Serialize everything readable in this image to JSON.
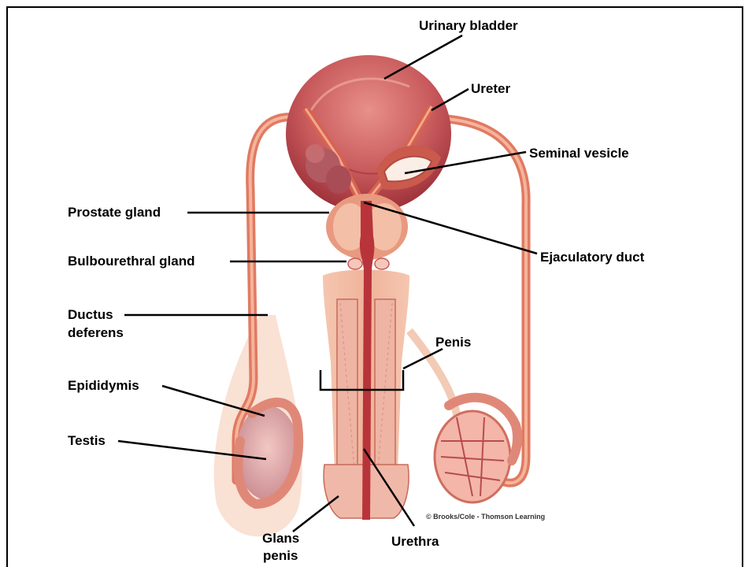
{
  "labels": {
    "urinary_bladder": "Urinary bladder",
    "ureter": "Ureter",
    "seminal_vesicle": "Seminal vesicle",
    "prostate_gland": "Prostate gland",
    "ejaculatory_duct": "Ejaculatory duct",
    "bulbourethral_gland": "Bulbourethral gland",
    "ductus_deferens_line1": "Ductus",
    "ductus_deferens_line2": "deferens",
    "penis": "Penis",
    "epididymis": "Epididymis",
    "testis": "Testis",
    "glans_penis_line1": "Glans",
    "glans_penis_line2": "penis",
    "urethra": "Urethra"
  },
  "credit": "© Brooks/Cole - Thomson Learning",
  "colors": {
    "tissue_dark": "#a8323a",
    "tissue_mid": "#c9585a",
    "tissue_light": "#e79a86",
    "tissue_pale": "#f3c8b4",
    "skin": "#f6d7c6",
    "leader": "#000000"
  }
}
